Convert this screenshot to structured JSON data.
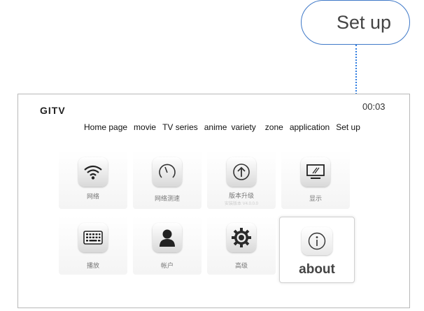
{
  "callout": {
    "label": "Set up"
  },
  "header": {
    "logo": "GITV",
    "clock": "00:03"
  },
  "nav": {
    "items": [
      "Home page",
      "movie",
      "TV series",
      "anime",
      "variety",
      "zone",
      "application",
      "Set up"
    ]
  },
  "tiles": {
    "network": {
      "label": "网络",
      "icon": "wifi-icon"
    },
    "speed_test": {
      "label": "网络测速",
      "icon": "gauge-icon"
    },
    "upgrade": {
      "label": "版本升级",
      "sublabel": "安装版本 V4.0.0.0",
      "icon": "upload-arrow-icon"
    },
    "display": {
      "label": "显示",
      "icon": "monitor-icon"
    },
    "playback": {
      "label": "播放",
      "icon": "keyboard-icon"
    },
    "account": {
      "label": "帐户",
      "icon": "user-icon"
    },
    "advanced": {
      "label": "高级",
      "icon": "gear-icon"
    },
    "about": {
      "label": "about",
      "icon": "info-icon"
    }
  },
  "colors": {
    "callout_border": "#3f79c8",
    "connector": "#2f7de1"
  }
}
